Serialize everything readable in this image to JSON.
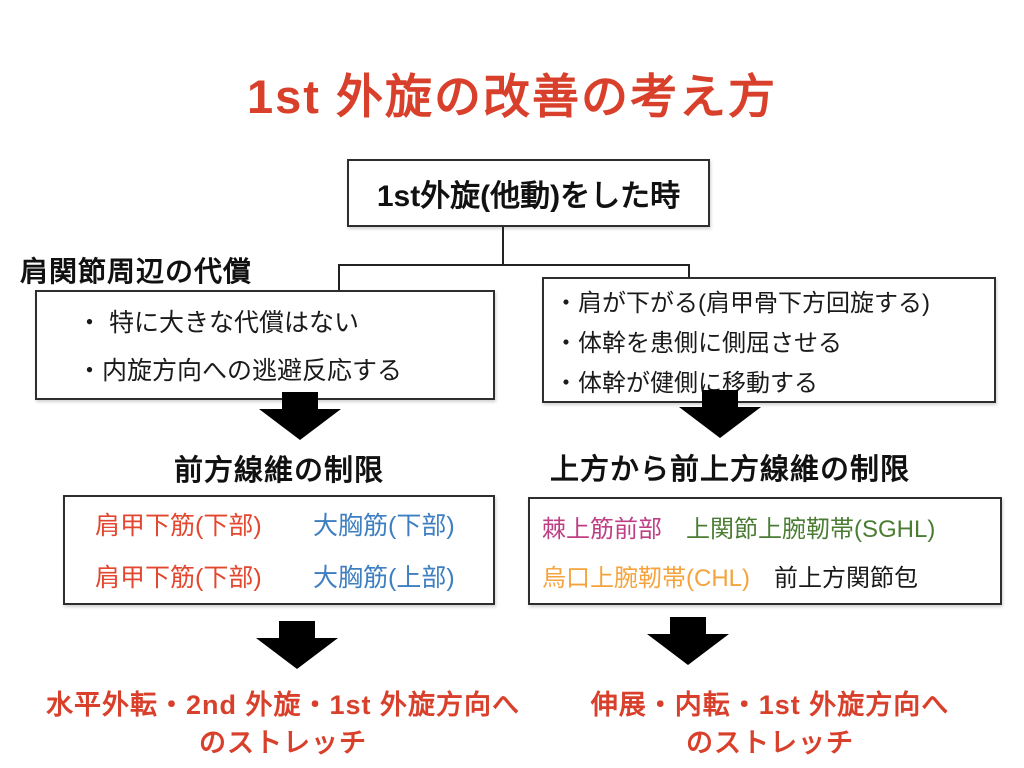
{
  "title": "1st 外旋の改善の考え方",
  "root": {
    "label": "1st外旋(他動)をした時"
  },
  "left": {
    "branch_label": "肩関節周辺の代償",
    "compensations": {
      "0": "・ 特に大きな代償はない",
      "1": "・内旋方向への逃避反応する"
    },
    "limitation_heading": "前方線維の制限",
    "structures": [
      {
        "label": "肩甲下筋(下部)",
        "color": "#e3472f"
      },
      {
        "label": "大胸筋(下部)",
        "color": "#3e7fc1"
      },
      {
        "label": "肩甲下筋(下部)",
        "color": "#e3472f"
      },
      {
        "label": "大胸筋(上部)",
        "color": "#3e7fc1"
      }
    ],
    "stretch_line1": "水平外転・2nd 外旋・1st 外旋方向へ",
    "stretch_line2": "のストレッチ"
  },
  "right": {
    "compensations": {
      "0": "・肩が下がる(肩甲骨下方回旋する)",
      "1": "・体幹を患側に側屈させる",
      "2": "・体幹が健側に移動する"
    },
    "limitation_heading": "上方から前上方線維の制限",
    "structures": [
      {
        "label": "棘上筋前部",
        "color": "#bf3f85"
      },
      {
        "label": "上関節上腕靭帯(SGHL)",
        "color": "#4a7d33"
      },
      {
        "label": "烏口上腕靭帯(CHL)",
        "color": "#f5a33c"
      },
      {
        "label": "前上方関節包",
        "color": "#1a1a1a"
      }
    ],
    "stretch_line1": "伸展・内転・1st 外旋方向へ",
    "stretch_line2": "のストレッチ"
  },
  "colors": {
    "title_red": "#d8402c",
    "stretch_red": "#d8402c",
    "arrow_black": "#000000",
    "line_black": "#222222"
  }
}
